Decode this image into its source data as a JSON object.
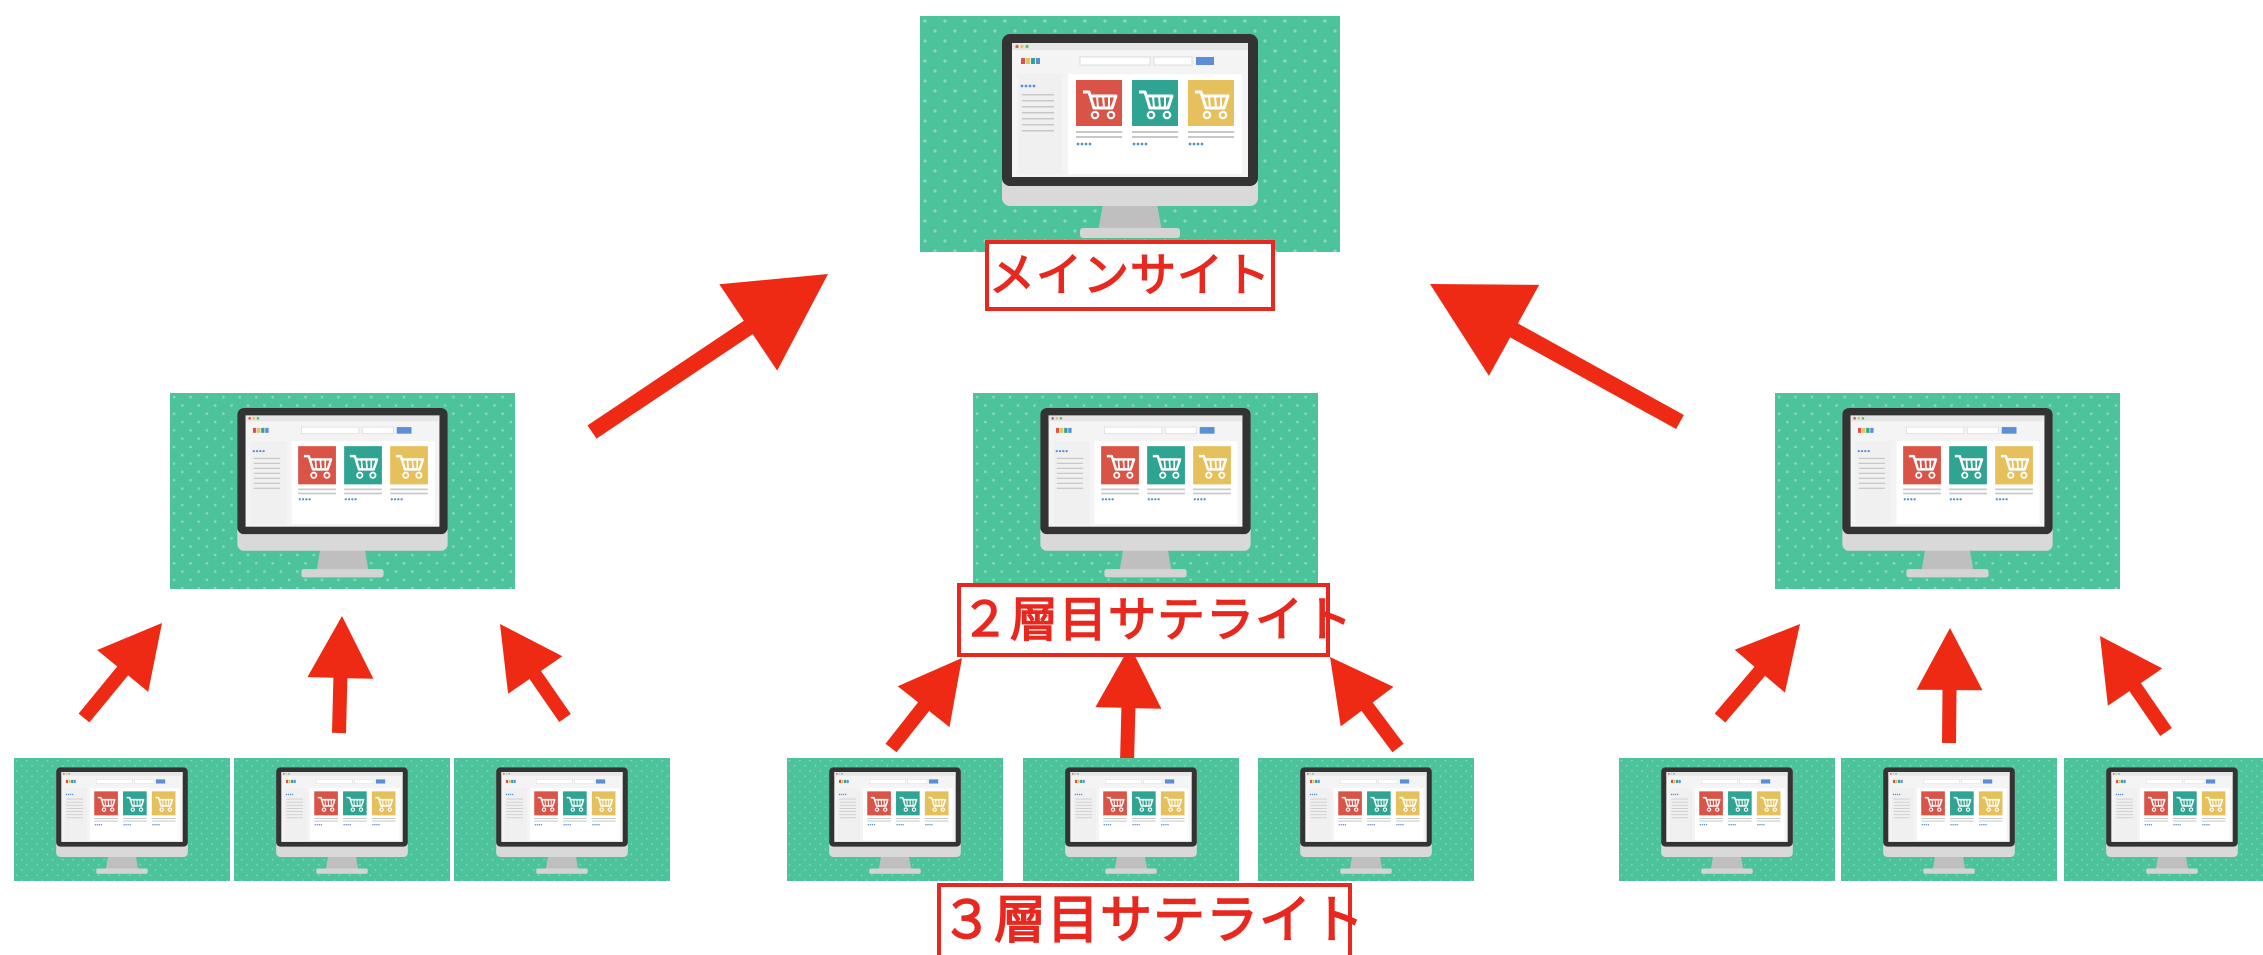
{
  "diagram": {
    "labels": {
      "main_site": "メインサイト",
      "tier2_satellite": "２層目サテライト",
      "tier3_satellite": "３層目サテライト"
    },
    "colors": {
      "node_background": "#4cc39b",
      "arrow": "#ee2a14",
      "label_border": "#e8281e",
      "cart_red": "#d95347",
      "cart_teal": "#2fa492",
      "cart_yellow": "#e6c05c",
      "monitor_bezel": "#333333"
    },
    "nodes": [
      {
        "id": "main",
        "tier": 1,
        "icon": "monitor-cart-icon"
      },
      {
        "id": "t2-left",
        "tier": 2,
        "icon": "monitor-cart-icon"
      },
      {
        "id": "t2-center",
        "tier": 2,
        "icon": "monitor-cart-icon"
      },
      {
        "id": "t2-right",
        "tier": 2,
        "icon": "monitor-cart-icon"
      },
      {
        "id": "t3-1",
        "tier": 3,
        "icon": "monitor-cart-icon"
      },
      {
        "id": "t3-2",
        "tier": 3,
        "icon": "monitor-cart-icon"
      },
      {
        "id": "t3-3",
        "tier": 3,
        "icon": "monitor-cart-icon"
      },
      {
        "id": "t3-4",
        "tier": 3,
        "icon": "monitor-cart-icon"
      },
      {
        "id": "t3-5",
        "tier": 3,
        "icon": "monitor-cart-icon"
      },
      {
        "id": "t3-6",
        "tier": 3,
        "icon": "monitor-cart-icon"
      },
      {
        "id": "t3-7",
        "tier": 3,
        "icon": "monitor-cart-icon"
      },
      {
        "id": "t3-8",
        "tier": 3,
        "icon": "monitor-cart-icon"
      },
      {
        "id": "t3-9",
        "tier": 3,
        "icon": "monitor-cart-icon"
      }
    ],
    "edges": [
      {
        "from": "t2-left",
        "to": "main"
      },
      {
        "from": "t2-right",
        "to": "main"
      },
      {
        "from": "t3-1",
        "to": "t2-left"
      },
      {
        "from": "t3-2",
        "to": "t2-left"
      },
      {
        "from": "t3-3",
        "to": "t2-left"
      },
      {
        "from": "t3-4",
        "to": "t2-center"
      },
      {
        "from": "t3-5",
        "to": "t2-center"
      },
      {
        "from": "t3-6",
        "to": "t2-center"
      },
      {
        "from": "t3-7",
        "to": "t2-right"
      },
      {
        "from": "t3-8",
        "to": "t2-right"
      },
      {
        "from": "t3-9",
        "to": "t2-right"
      }
    ]
  }
}
